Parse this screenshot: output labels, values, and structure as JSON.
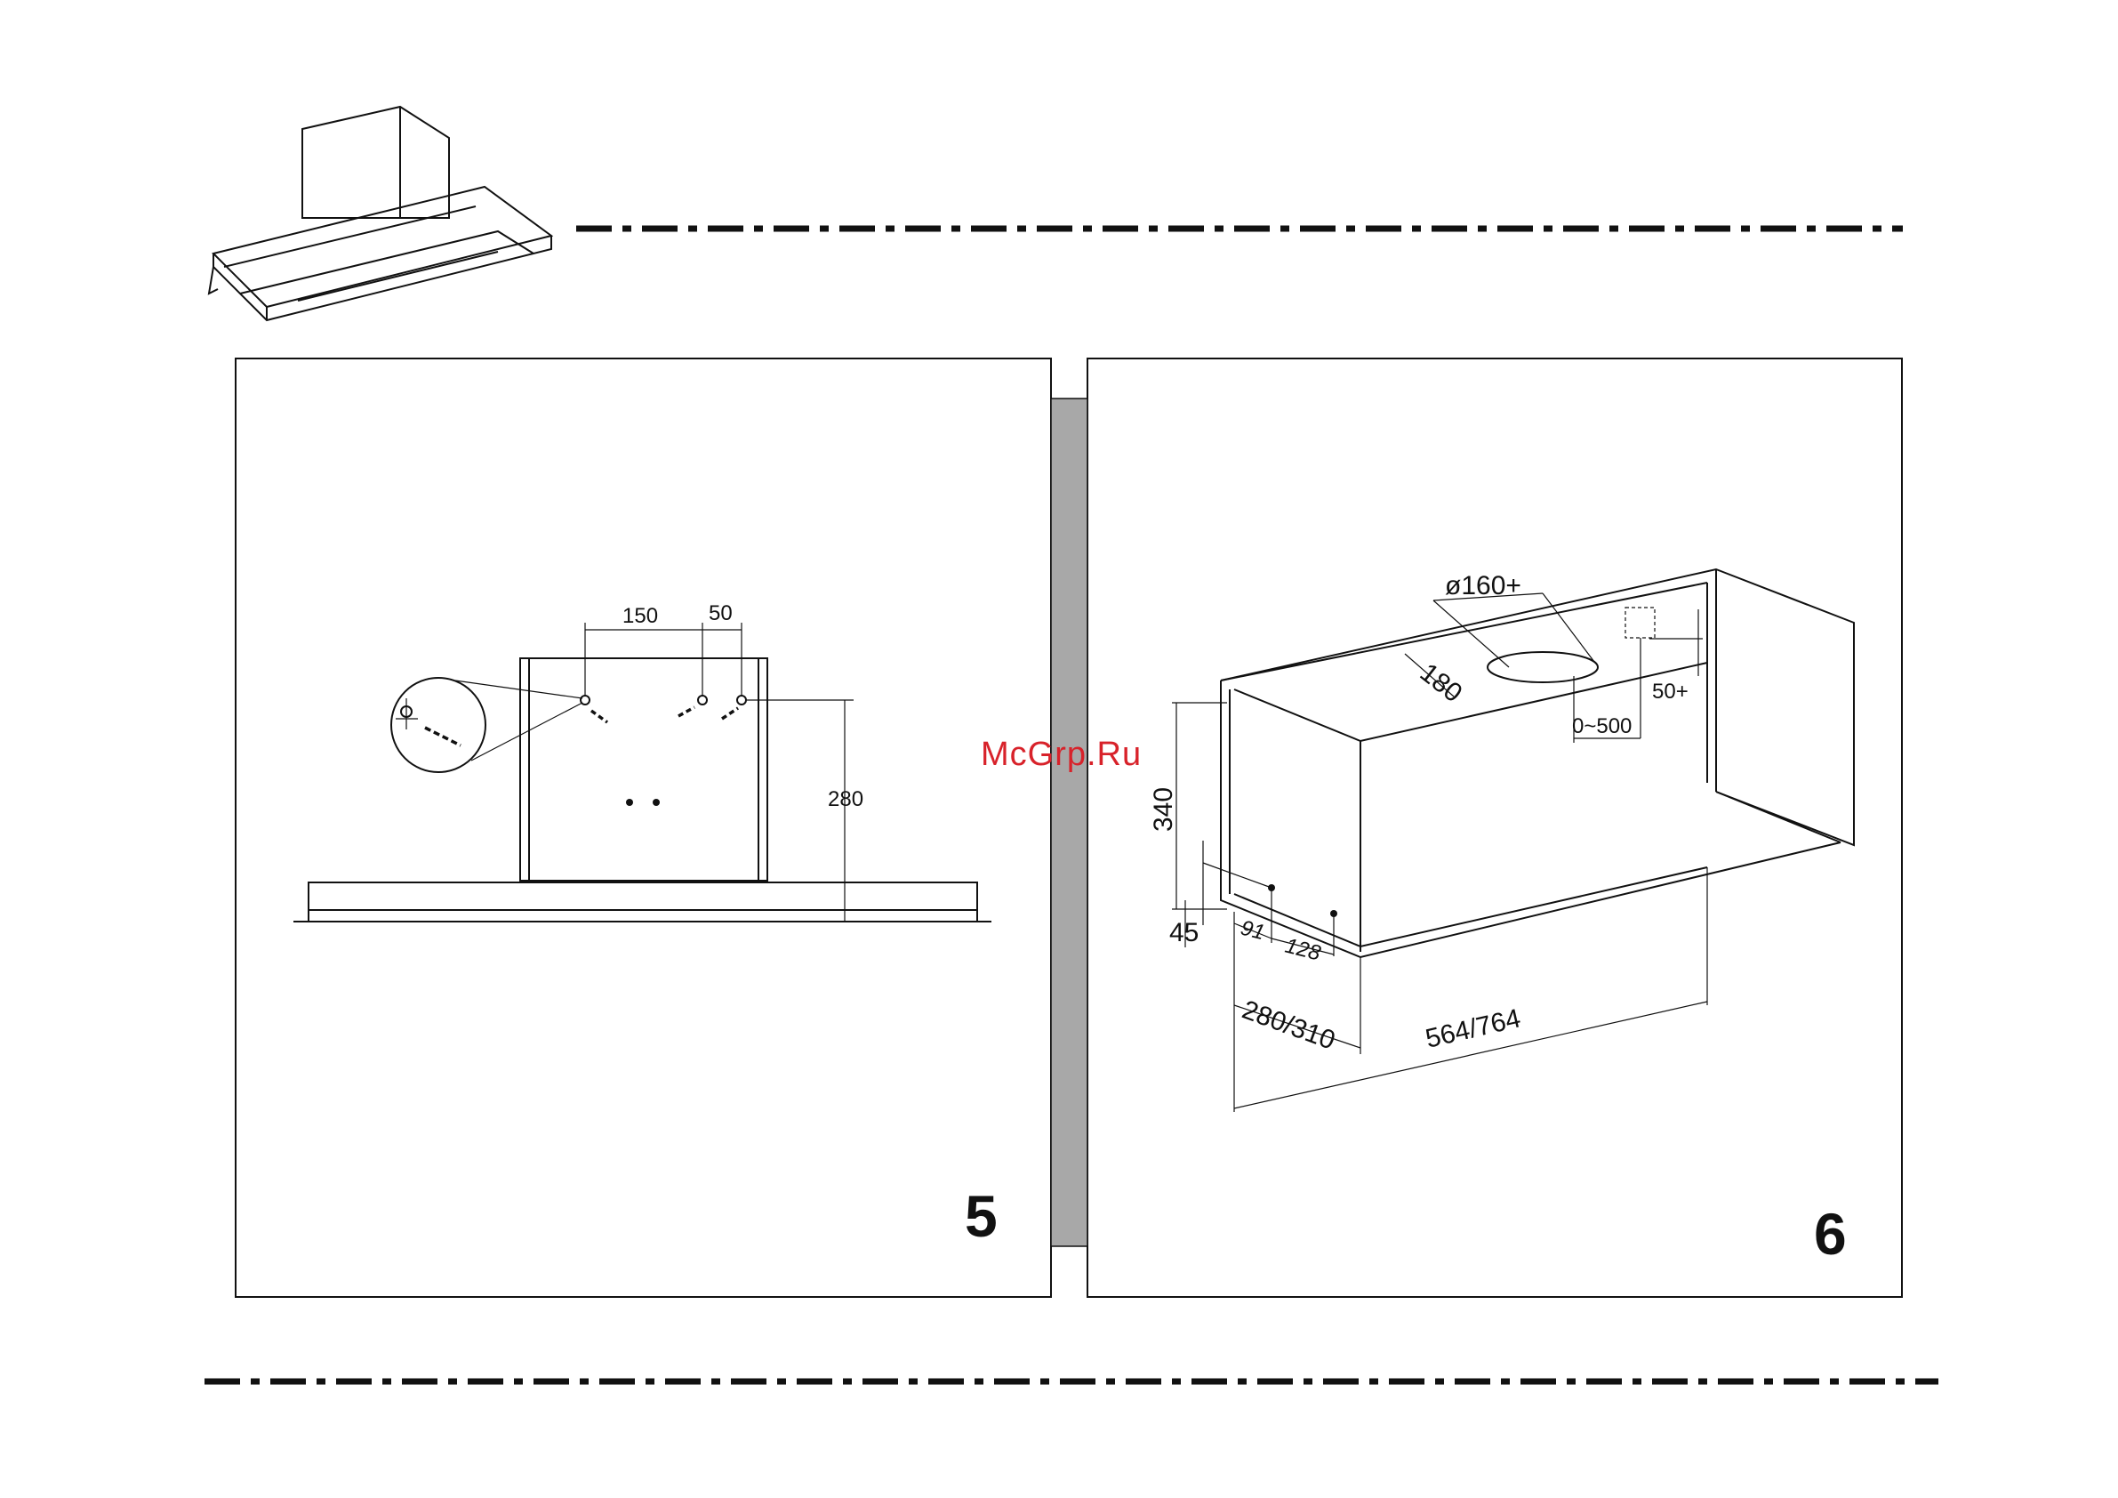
{
  "watermark": "McGrp.Ru",
  "figures": [
    {
      "number": "5",
      "dimensions": {
        "spacing_a": "150",
        "spacing_b": "50",
        "height": "280"
      }
    },
    {
      "number": "6",
      "dimensions": {
        "duct_diameter": "ø160+",
        "duct_offset": "180",
        "duct_range": "0~500",
        "socket_offset": "50+",
        "height": "340",
        "bottom": "45",
        "hole_a": "91",
        "hole_b": "128",
        "depth": "280/310",
        "width": "564/764"
      }
    }
  ],
  "colors": {
    "ink": "#111111",
    "separator": "#a8a8a8",
    "watermark": "#d8222a"
  }
}
